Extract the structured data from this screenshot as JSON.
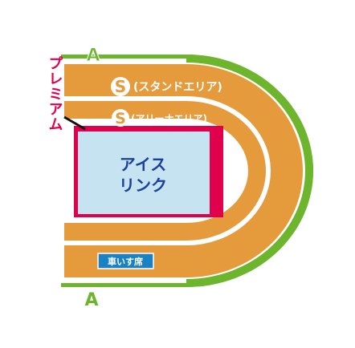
{
  "sections": {
    "a_top": "A",
    "a_bottom": "A",
    "s_stand_letter": "S",
    "s_stand_text": "(スタンドエリア)",
    "s_arena_letter": "S",
    "s_arena_text": "(アリーナエリア)",
    "premium": "プレミアム",
    "ice_rink_line1": "アイス",
    "ice_rink_line2": "リンク",
    "wheelchair": "車いす席"
  },
  "colors": {
    "a_green": "#6cb52d",
    "s_orange": "#e59a3c",
    "premium_red": "#e0004c",
    "ice_blue": "#c5e3f1",
    "ice_text_blue": "#1d3f9a",
    "wheelchair_blue": "#1a82c4",
    "outline_white": "#ffffff"
  }
}
